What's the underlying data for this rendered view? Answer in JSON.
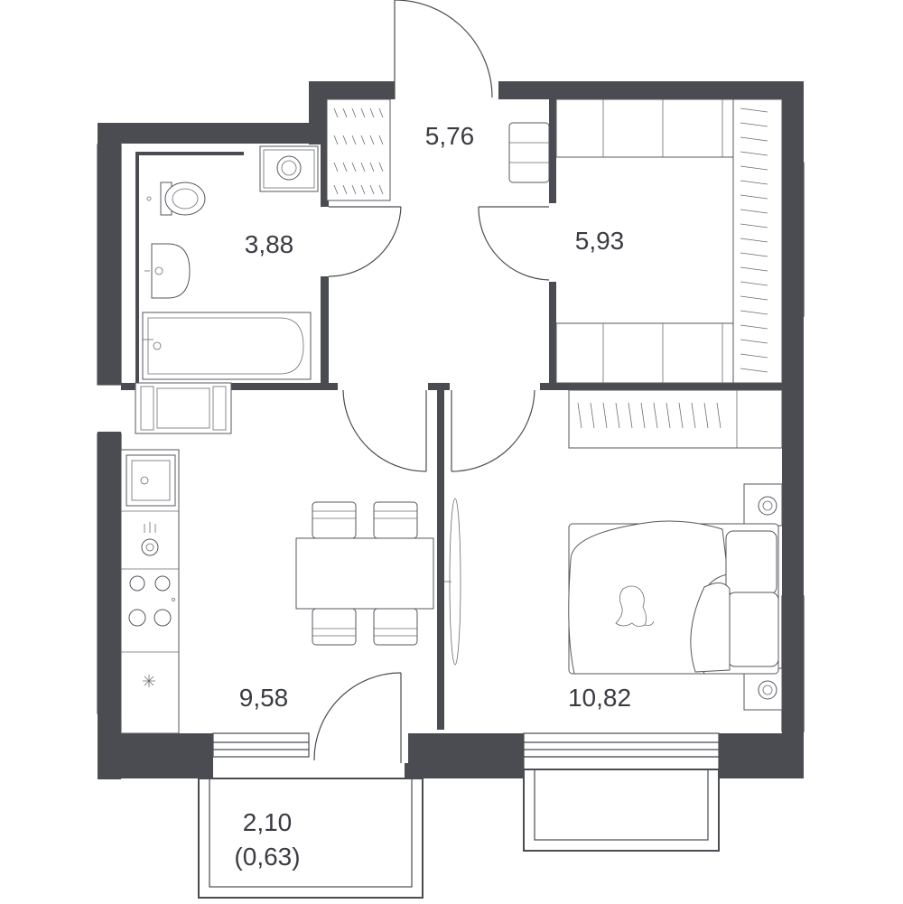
{
  "floorplan": {
    "wall_color": "#4a4c52",
    "rooms": [
      {
        "id": "hallway",
        "area": "5,76"
      },
      {
        "id": "bathroom",
        "area": "3,88"
      },
      {
        "id": "wardrobe",
        "area": "5,93"
      },
      {
        "id": "kitchen",
        "area": "9,58"
      },
      {
        "id": "bedroom",
        "area": "10,82"
      },
      {
        "id": "balcony",
        "area": "2,10",
        "area_reduced": "(0,63)"
      }
    ],
    "fixtures": [
      "washing-machine-icon",
      "toilet-icon",
      "sink-icon",
      "bathtub-icon",
      "kitchen-sink-icon",
      "dishwasher-icon",
      "stove-icon",
      "fridge-icon",
      "dining-table-icon",
      "chair-icon",
      "bed-icon",
      "pillow-icon",
      "nightstand-icon",
      "lamp-icon",
      "wardrobe-icon",
      "cat-icon",
      "mirror-icon"
    ]
  }
}
